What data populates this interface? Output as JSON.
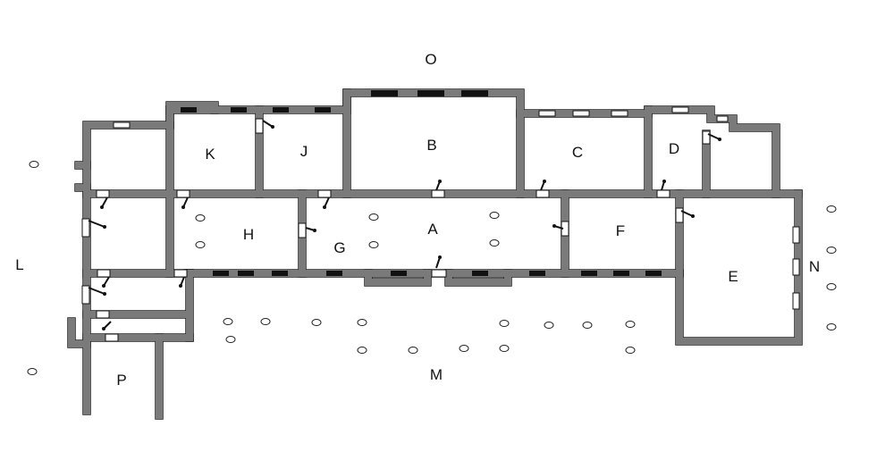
{
  "plan": {
    "rooms": {
      "A": "A",
      "B": "B",
      "C": "C",
      "D": "D",
      "E": "E",
      "F": "F",
      "G": "G",
      "H": "H",
      "J": "J",
      "K": "K",
      "P": "P"
    },
    "outside": {
      "O": "O",
      "L": "L",
      "M": "M",
      "N": "N"
    }
  }
}
